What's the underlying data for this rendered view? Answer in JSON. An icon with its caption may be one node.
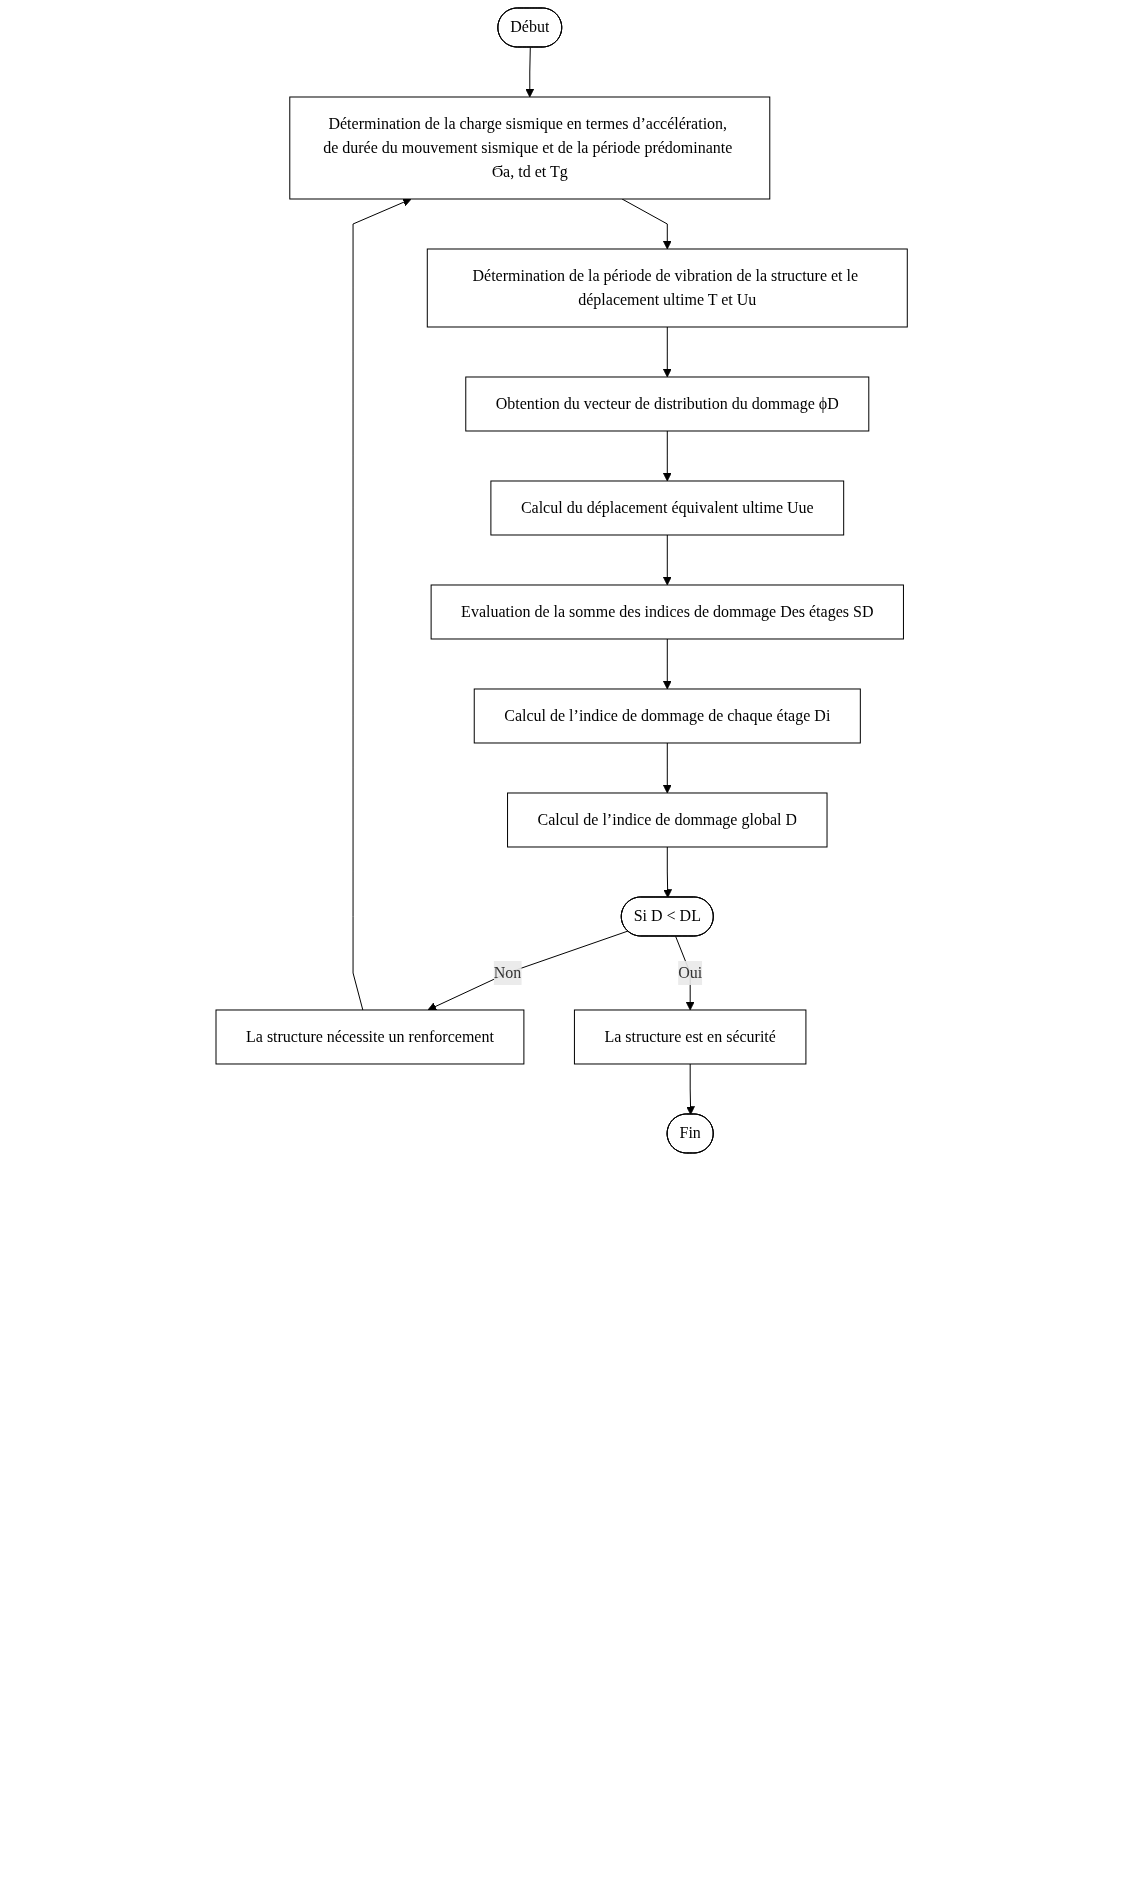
{
  "diagram": {
    "nodes": [
      {
        "text": [
          "Début"
        ]
      },
      {
        "text": [
          "Détermination de la charge sismique en termes d’accélération, de durée du mouvement sismique et de la période prédominante Ϭa, td et Tg"
        ]
      },
      {
        "text": [
          "Détermination de la période de vibration de la structure et le déplacement ultime T et Uu"
        ]
      },
      {
        "text": [
          "Obtention du vecteur de distribution du dommage ϕD"
        ]
      },
      {
        "text": [
          "Calcul du déplacement équivalent ultime Uue"
        ]
      },
      {
        "text": [
          "Evaluation de la somme des indices de dommage Des étages SD"
        ]
      },
      {
        "text": [
          "Calcul de l’indice de dommage de chaque étage Di"
        ]
      },
      {
        "text": [
          "Calcul de l’indice de dommage global D"
        ]
      },
      {
        "text": [
          "Si D < DL"
        ]
      },
      {
        "text": [
          "La structure nécessite un renforcement"
        ]
      },
      {
        "text": [
          "La structure est en sécurité"
        ]
      },
      {
        "text": [
          "Fin"
        ]
      }
    ],
    "edges": [
      {
        "from": 0,
        "to": 1,
        "arrow": "to"
      },
      {
        "from": 1,
        "to": 2,
        "arrow": "to"
      },
      {
        "from": 2,
        "to": 3,
        "arrow": "to"
      },
      {
        "from": 3,
        "to": 4,
        "arrow": "to"
      },
      {
        "from": 4,
        "to": 5,
        "arrow": "to"
      },
      {
        "from": 5,
        "to": 6,
        "arrow": "to"
      },
      {
        "from": 6,
        "to": 7,
        "arrow": "to"
      },
      {
        "from": 7,
        "to": 8,
        "arrow": "to"
      },
      {
        "from": 8,
        "to": 9,
        "arrow": "to",
        "label": "Non"
      },
      {
        "from": 8,
        "to": 10,
        "arrow": "to",
        "label": "Oui"
      },
      {
        "from": 10,
        "to": 11,
        "arrow": "to"
      },
      {
        "from": 9,
        "to": 1,
        "arrow": "to"
      }
    ]
  }
}
